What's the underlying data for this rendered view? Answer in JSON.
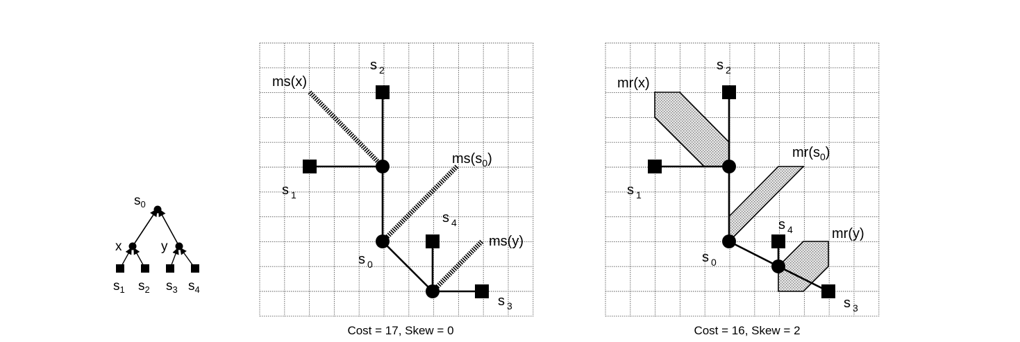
{
  "tree": {
    "root": {
      "base": "s",
      "sub": "0"
    },
    "left": "x",
    "right": "y",
    "leaves": [
      {
        "base": "s",
        "sub": "1"
      },
      {
        "base": "s",
        "sub": "2"
      },
      {
        "base": "s",
        "sub": "3"
      },
      {
        "base": "s",
        "sub": "4"
      }
    ]
  },
  "panel_left": {
    "caption": "Cost = 17, Skew = 0",
    "sinks": [
      {
        "base": "s",
        "sub": "1"
      },
      {
        "base": "s",
        "sub": "2"
      },
      {
        "base": "s",
        "sub": "3"
      },
      {
        "base": "s",
        "sub": "4"
      }
    ],
    "root_label": {
      "base": "s",
      "sub": "0"
    },
    "merge_labels": [
      {
        "pre": "ms(x)",
        "sub": "",
        "post": ""
      },
      {
        "pre": "ms(s",
        "sub": "0",
        "post": ")"
      },
      {
        "pre": "ms(y)",
        "sub": "",
        "post": ""
      }
    ]
  },
  "panel_right": {
    "caption": "Cost = 16, Skew = 2",
    "sinks": [
      {
        "base": "s",
        "sub": "1"
      },
      {
        "base": "s",
        "sub": "2"
      },
      {
        "base": "s",
        "sub": "3"
      },
      {
        "base": "s",
        "sub": "4"
      }
    ],
    "root_label": {
      "base": "s",
      "sub": "0"
    },
    "region_labels": [
      {
        "pre": "mr(x)",
        "sub": "",
        "post": ""
      },
      {
        "pre": "mr(s",
        "sub": "0",
        "post": ")"
      },
      {
        "pre": "mr(y)",
        "sub": "",
        "post": ""
      }
    ]
  },
  "colors": {
    "ink": "#000000",
    "grid": "#555555",
    "region_fill": "#cfcfcf"
  }
}
